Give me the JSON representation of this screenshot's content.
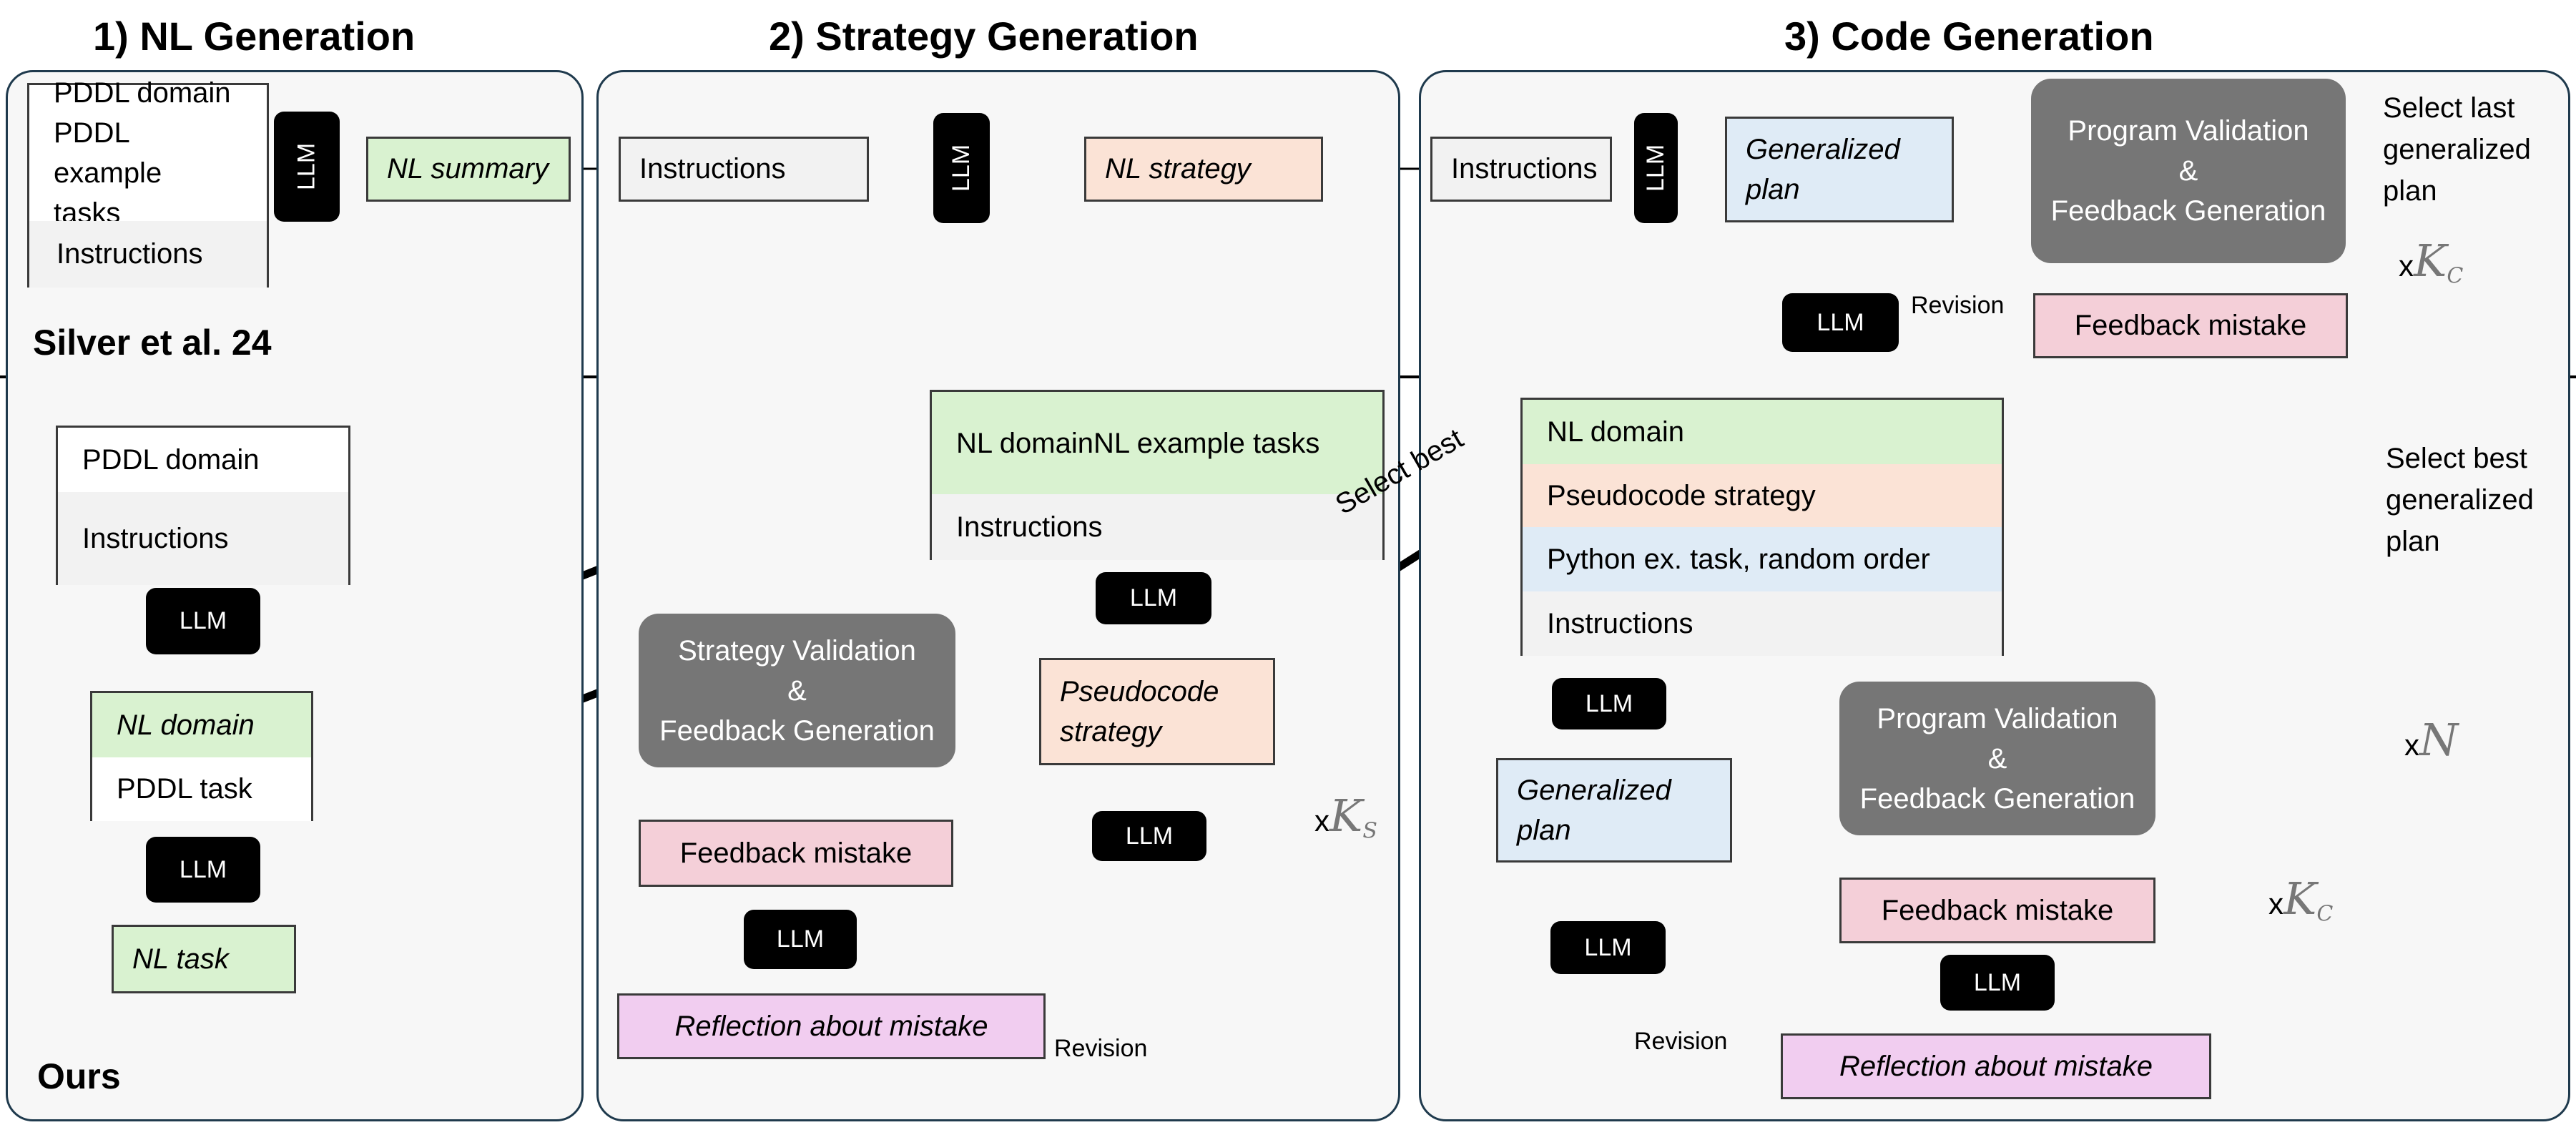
{
  "titles": {
    "nl_generation": "1) NL Generation",
    "strategy_generation": "2) Strategy Generation",
    "code_generation": "3) Code Generation"
  },
  "labels": {
    "silver": "Silver et al. 24",
    "ours": "Ours"
  },
  "llm": "LLM",
  "top": {
    "input_pddl": "PDDL domain\nPDDL example\ntasks",
    "instructions": "Instructions",
    "nl_summary": "NL summary",
    "nl_strategy": "NL strategy",
    "generalized_plan": "Generalized\nplan",
    "program_validation": "Program Validation\n&\nFeedback Generation",
    "feedback_mistake": "Feedback mistake",
    "revision": "Revision",
    "select_last": "Select last\ngeneralized\nplan",
    "mult_prefix": "x",
    "mult_symbol": "K",
    "mult_sub": "C"
  },
  "ours": {
    "pddl_domain": "PDDL domain",
    "instructions": "Instructions",
    "nl_domain": "NL domain",
    "pddl_task": "PDDL task",
    "nl_task": "NL task",
    "nl_example_tasks": "NL example tasks",
    "strategy_validation": "Strategy Validation\n&\nFeedback Generation",
    "pseudocode_strategy_box": "Pseudocode\nstrategy",
    "feedback_mistake": "Feedback mistake",
    "reflection": "Reflection about mistake",
    "revision": "Revision",
    "mult_s_prefix": "x",
    "mult_s_symbol": "K",
    "mult_s_sub": "S",
    "select_best_diag": "Select best",
    "pseudocode_strategy_row": "Pseudocode strategy",
    "python_task": "Python ex. task, random order",
    "generalized_plan": "Generalized\nplan",
    "program_validation": "Program Validation\n&\nFeedback Generation",
    "mult_c_prefix": "x",
    "mult_c_symbol": "K",
    "mult_c_sub": "C",
    "select_best_side": "Select best\ngeneralized\nplan",
    "mult_n_prefix": "x",
    "mult_n_symbol": "N"
  }
}
